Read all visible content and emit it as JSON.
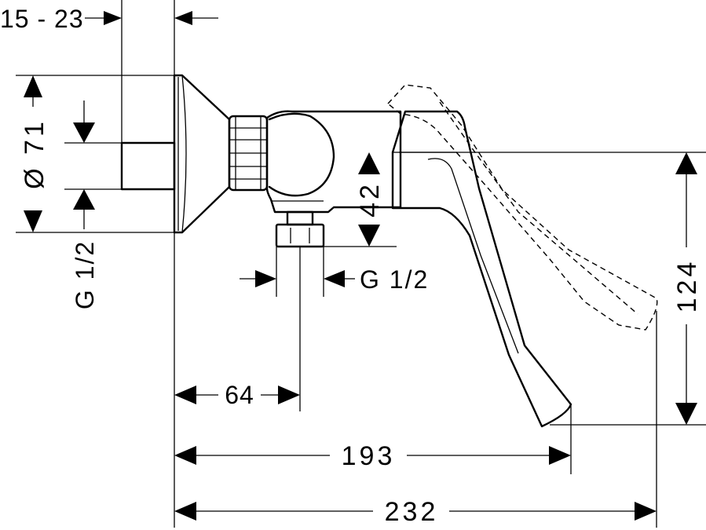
{
  "dimensions": {
    "wall_depth": "15 - 23",
    "flange_diameter": "Ø 71",
    "inlet_thread": "G 1/2",
    "outlet_thread": "G 1/2",
    "handle_height": "42",
    "total_drop": "124",
    "outlet_offset": "64",
    "handle_reach": "193",
    "total_reach": "232"
  }
}
